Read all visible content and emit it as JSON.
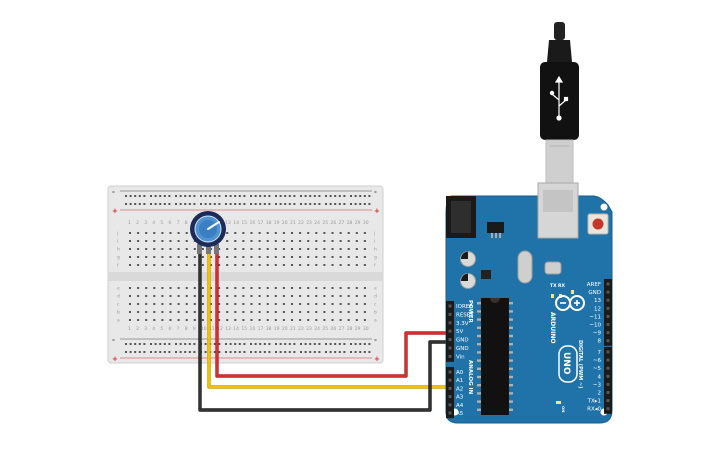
{
  "breadboard": {
    "column_labels": [
      "1",
      "2",
      "3",
      "4",
      "5",
      "6",
      "7",
      "8",
      "9",
      "10",
      "11",
      "12",
      "13",
      "14",
      "15",
      "16",
      "17",
      "18",
      "19",
      "20",
      "21",
      "22",
      "23",
      "24",
      "25",
      "26",
      "27",
      "28",
      "29",
      "30"
    ],
    "row_labels_top": [
      "j",
      "i",
      "h",
      "g",
      "f"
    ],
    "row_labels_bottom": [
      "e",
      "d",
      "c",
      "b",
      "a"
    ],
    "rail_minus": "-",
    "rail_plus": "+"
  },
  "potentiometer": {
    "icon": "potentiometer-knob-icon"
  },
  "wires": [
    {
      "name": "wire-5v-red",
      "color": "#d32f2f"
    },
    {
      "name": "wire-signal-yellow",
      "color": "#f2c200"
    },
    {
      "name": "wire-gnd-black",
      "color": "#333333"
    }
  ],
  "usb_cable": {
    "icon": "usb-cable-icon"
  },
  "arduino": {
    "board_color": "#1f73a8",
    "brand": "ARDUINO",
    "model": "UNO",
    "power_header_title": "POWER",
    "analog_header_title": "ANALOG IN",
    "digital_header_title": "DIGITAL (PWM ~)",
    "power_pins": [
      "IOREF",
      "RESET",
      "3.3V",
      "5V",
      "GND",
      "GND",
      "Vin"
    ],
    "analog_pins": [
      "A0",
      "A1",
      "A2",
      "A3",
      "A4",
      "A5"
    ],
    "digital_pins_top": [
      "AREF",
      "GND",
      "13",
      "12",
      "~11",
      "~10",
      "~9",
      "8"
    ],
    "digital_pins_bottom": [
      "7",
      "~6",
      "~5",
      "4",
      "~3",
      "2",
      "TX▸1",
      "RX◂0"
    ],
    "led_labels": [
      "TX",
      "RX",
      "L"
    ],
    "on_label": "ON"
  }
}
